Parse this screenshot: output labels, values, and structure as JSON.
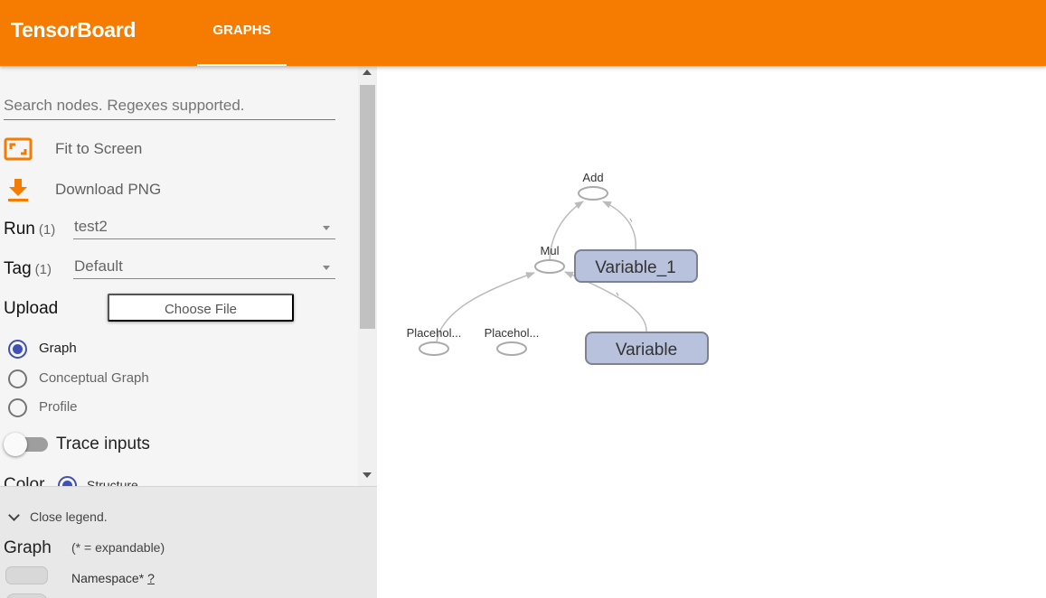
{
  "app": {
    "title": "TensorBoard"
  },
  "tabs": [
    {
      "label": "GRAPHS",
      "active": true
    }
  ],
  "sidebar": {
    "search": {
      "placeholder": "Search nodes. Regexes supported.",
      "value": ""
    },
    "actions": {
      "fit_label": "Fit to Screen",
      "fit_icon": "fit-screen-icon",
      "download_label": "Download PNG",
      "download_icon": "download-icon"
    },
    "run": {
      "label": "Run",
      "count": "(1)",
      "value": "test2"
    },
    "tag": {
      "label": "Tag",
      "count": "(1)",
      "value": "Default"
    },
    "upload": {
      "label": "Upload",
      "button": "Choose File"
    },
    "graph_types": [
      {
        "label": "Graph",
        "checked": true
      },
      {
        "label": "Conceptual Graph",
        "checked": false
      },
      {
        "label": "Profile",
        "checked": false
      }
    ],
    "trace_inputs": {
      "label": "Trace inputs",
      "on": false
    },
    "color": {
      "label": "Color",
      "option": "Structure"
    }
  },
  "legend": {
    "close_label": "Close legend.",
    "title": "Graph",
    "note": "(* = expandable)",
    "namespace_label": "Namespace*",
    "namespace_help": "?"
  },
  "graph": {
    "nodes": {
      "add": "Add",
      "mul": "Mul",
      "placeholder_1": "Placehol...",
      "placeholder_2": "Placehol...",
      "variable_1": "Variable_1",
      "variable": "Variable"
    }
  },
  "colors": {
    "header": "#f57c00",
    "accent": "#3f51b5",
    "variable_fill": "#b8c2dc",
    "variable_stroke": "#7b8296",
    "edge": "#bbbbbb"
  }
}
